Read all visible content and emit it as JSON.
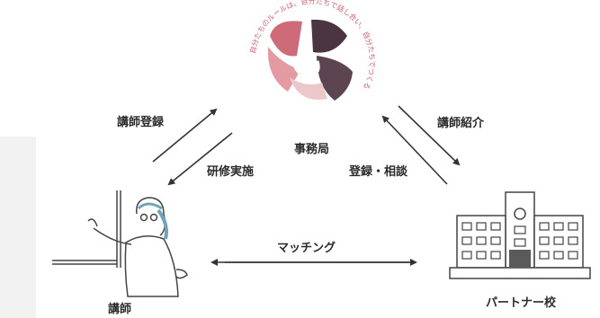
{
  "logo": {
    "ring_text": "自分たちのルールは、自分たちで話し合い、自分たちでつくる",
    "colors": {
      "rose": "#cd6b78",
      "plum": "#4b3540",
      "blush": "#ecc8cb",
      "ring_text": "#c95f6a"
    }
  },
  "nodes": {
    "office": "事務局",
    "instructor": "講師",
    "school": "パートナー校"
  },
  "edges": {
    "instructor_register": "講師登録",
    "training": "研修実施",
    "instructor_intro": "講師紹介",
    "register_consult": "登録・相談",
    "matching": "マッチング"
  },
  "colors": {
    "arrow": "#333333",
    "school_body": "#ffffff",
    "school_door": "#5a5a5a"
  }
}
